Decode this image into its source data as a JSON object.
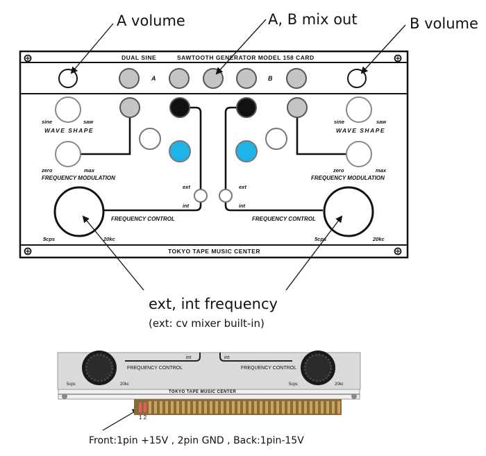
{
  "callouts": {
    "a_volume": "A volume",
    "ab_mix_out": "A, B mix out",
    "b_volume": "B volume",
    "ext_int_freq": "ext, int frequency",
    "ext_int_sub": "(ext: cv mixer built-in)",
    "power_note": "Front:1pin +15V ,  2pin GND , Back:1pin-15V"
  },
  "panel": {
    "title_left": "DUAL SINE",
    "title_right": "SAWTOOTH GENERATOR MODEL 158 CARD",
    "label_a": "A",
    "label_b": "B",
    "footer": "TOKYO TAPE MUSIC CENTER",
    "left": {
      "sine": "sine",
      "saw": "saw",
      "wave_shape": "WAVE SHAPE",
      "zero": "zero",
      "max": "max",
      "freq_mod": "FREQUENCY MODULATION",
      "ext": "ext",
      "int": "int",
      "freq_control": "FREQUENCY CONTROL",
      "low": "5cps",
      "high": "20kc"
    },
    "right": {
      "sine": "sine",
      "saw": "saw",
      "wave_shape": "WAVE SHAPE",
      "zero": "zero",
      "max": "max",
      "freq_mod": "FREQUENCY MODULATION",
      "ext": "ext",
      "int": "int",
      "freq_control": "FREQUENCY CONTROL",
      "low": "5cps",
      "high": "20kc"
    }
  },
  "photo": {
    "int_left": "int",
    "int_right": "int",
    "freq_left": "FREQUENCY CONTROL",
    "freq_right": "FREQUENCY CONTROL",
    "low_left": "5cps",
    "high_left": "20kc",
    "low_right": "5cps",
    "high_right": "20kc",
    "footer": "TOKYO TAPE MUSIC CENTER",
    "pins": "1 2"
  },
  "colors": {
    "jack_gray": "#c4c4c4",
    "jack_black": "#111111",
    "jack_blue": "#1eb4ea",
    "panel_photo": "#d8d8d8"
  }
}
